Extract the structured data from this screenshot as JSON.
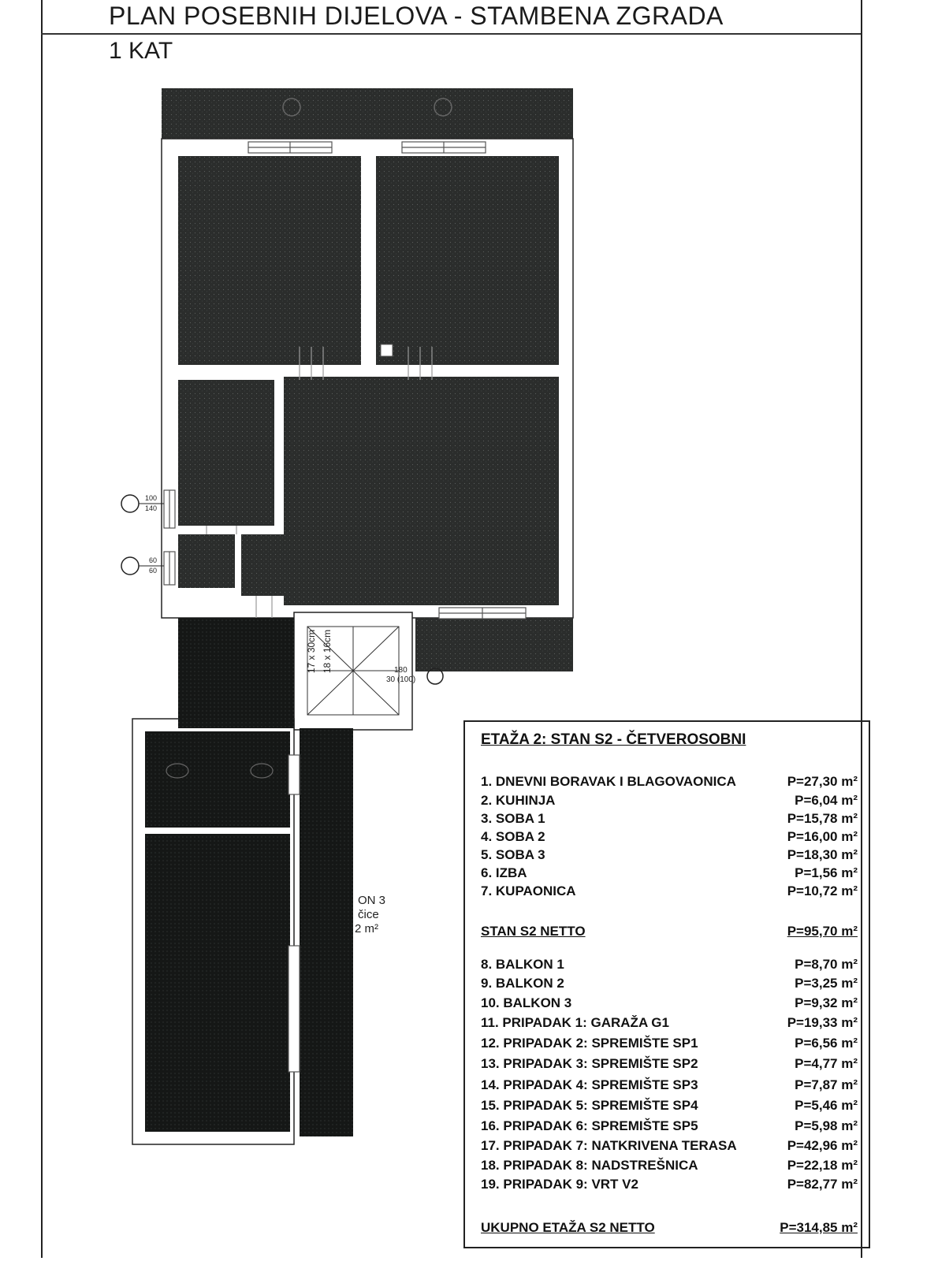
{
  "header": {
    "title": "PLAN POSEBNIH DIJELOVA  -  STAMBENA ZGRADA",
    "subtitle": "1 KAT"
  },
  "plan": {
    "balcony_label_line1": "ON 3",
    "balcony_label_line2": "čice",
    "balcony_label_line3": "2 m²",
    "stair_label_1": "17 x 30cm",
    "stair_label_2": "18 x 16cm",
    "dim_1": "180",
    "dim_2": "30 (100)",
    "window_1_top": "100",
    "window_1_bottom": "140",
    "window_2_top": "60",
    "window_2_bottom": "60"
  },
  "legend": {
    "heading": "ETAŽA 2: STAN S2 - ČETVEROSOBNI",
    "rooms": [
      {
        "name": "1. DNEVNI BORAVAK I BLAGOVAONICA",
        "area": "P=27,30 m²"
      },
      {
        "name": "2. KUHINJA",
        "area": "P=6,04 m²"
      },
      {
        "name": "3. SOBA 1",
        "area": "P=15,78 m²"
      },
      {
        "name": "4. SOBA 2",
        "area": "P=16,00 m²"
      },
      {
        "name": "5. SOBA 3",
        "area": "P=18,30 m²"
      },
      {
        "name": "6. IZBA",
        "area": "P=1,56 m²"
      },
      {
        "name": "7. KUPAONICA",
        "area": "P=10,72 m²"
      }
    ],
    "net": {
      "name": "STAN S2 NETTO",
      "area": "P=95,70 m²"
    },
    "extras": [
      {
        "name": "8. BALKON 1",
        "area": "P=8,70 m²"
      },
      {
        "name": "9. BALKON 2",
        "area": "P=3,25 m²"
      },
      {
        "name": "10. BALKON 3",
        "area": "P=9,32 m²"
      },
      {
        "name": "11. PRIPADAK 1: GARAŽA G1",
        "area": "P=19,33 m²"
      },
      {
        "name": "12. PRIPADAK 2: SPREMIŠTE SP1",
        "area": "P=6,56 m²"
      },
      {
        "name": "13. PRIPADAK 3: SPREMIŠTE SP2",
        "area": "P=4,77 m²"
      },
      {
        "name": "14. PRIPADAK 4: SPREMIŠTE SP3",
        "area": "P=7,87 m²"
      },
      {
        "name": "15. PRIPADAK 5: SPREMIŠTE SP4",
        "area": "P=5,46 m²"
      },
      {
        "name": "16. PRIPADAK 6: SPREMIŠTE SP5",
        "area": "P=5,98 m²"
      },
      {
        "name": "17. PRIPADAK 7: NATKRIVENA TERASA",
        "area": "P=42,96 m²"
      },
      {
        "name": "18. PRIPADAK 8: NADSTREŠNICA",
        "area": "P=22,18 m²"
      },
      {
        "name": "19. PRIPADAK 9: VRT V2",
        "area": "P=82,77 m²"
      }
    ],
    "total": {
      "name": "UKUPNO ETAŽA S2 NETTO",
      "area": "P=314,85 m²"
    }
  },
  "colors": {
    "room_fill": "#2b2d2c",
    "dark_fill": "#151716",
    "wall": "#ffffff",
    "line": "#222222"
  }
}
